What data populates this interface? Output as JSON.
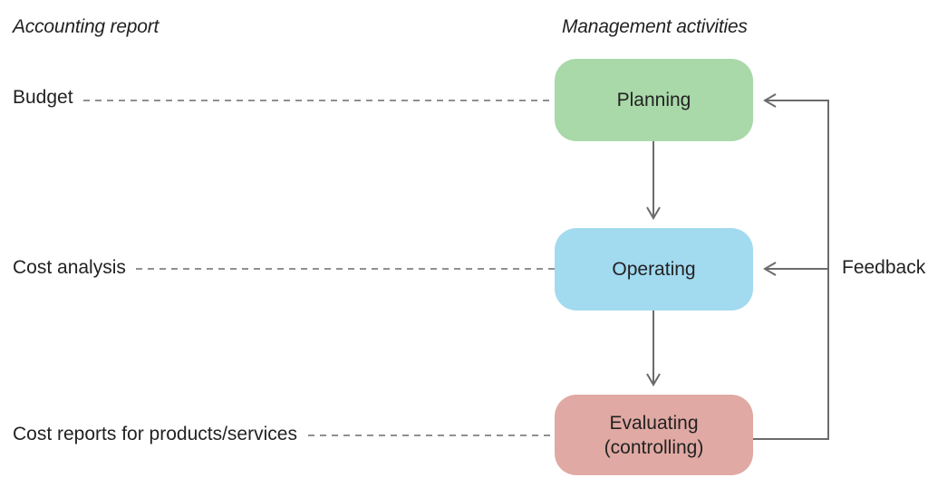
{
  "headings": {
    "accounting": "Accounting report",
    "management": "Management activities"
  },
  "reports": [
    "Budget",
    "Cost analysis",
    "Cost reports for products/services"
  ],
  "activities": {
    "planning": "Planning",
    "operating": "Operating",
    "evaluating_line1": "Evaluating",
    "evaluating_line2": "(controlling)"
  },
  "feedback": "Feedback",
  "colors": {
    "planning": "#a9d8a9",
    "operating": "#a2daf0",
    "evaluating": "#e0a9a3",
    "lines": "#6b6b6b"
  }
}
